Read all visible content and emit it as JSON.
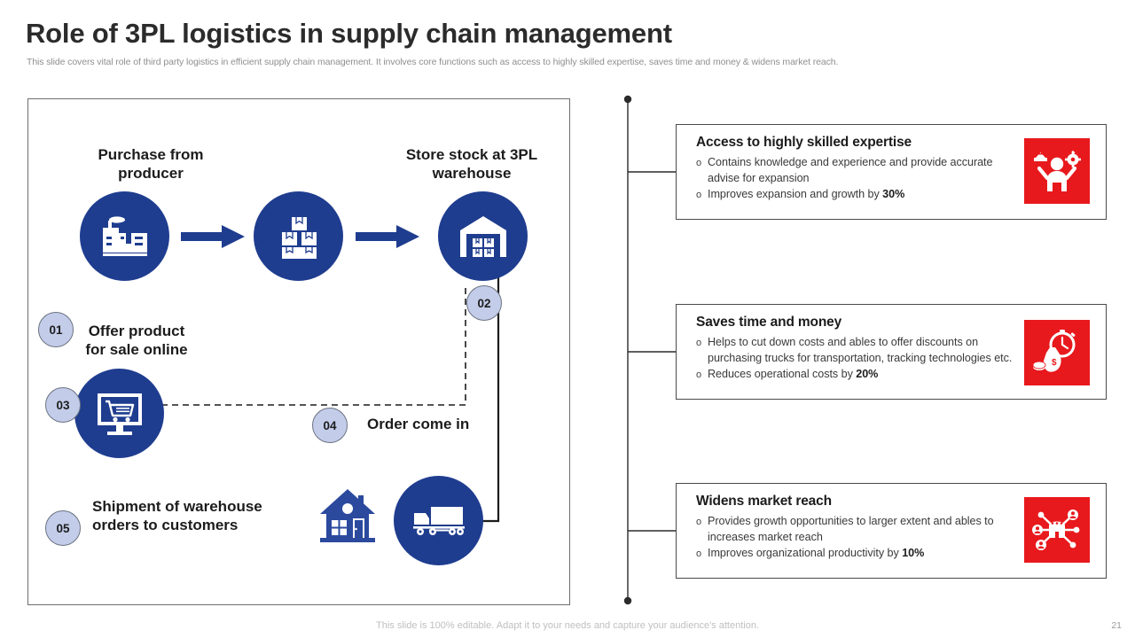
{
  "header": {
    "title": "Role of 3PL logistics in supply chain management",
    "subtitle": "This slide covers vital role of third party logistics in efficient supply chain management. It involves core functions such as access to highly skilled expertise, saves time and money & widens market reach."
  },
  "colors": {
    "primary_blue": "#1f3d8f",
    "badge_blue": "#c3cdea",
    "accent_red": "#e8191d",
    "title_gray": "#2b2b2b",
    "subtitle_gray": "#8f8f8f"
  },
  "process": {
    "steps": [
      {
        "number": "01",
        "label": "Purchase from\nproducer",
        "icon": "factory-icon"
      },
      {
        "number": "02",
        "label": "Store stock at 3PL\nwarehouse",
        "icon": "warehouse-icon"
      },
      {
        "number": "03",
        "label": "Offer product\nfor sale online",
        "icon": "online-shop-icon"
      },
      {
        "number": "04",
        "label": "Order come in",
        "icon": ""
      },
      {
        "number": "05",
        "label": "Shipment of warehouse\norders to customers",
        "icon": "truck-icon"
      }
    ],
    "boxes_icon": "stacked-boxes-icon",
    "house_icon": "house-icon"
  },
  "cards": [
    {
      "title": "Access to highly skilled expertise",
      "icon": "expertise-icon",
      "bullets": [
        {
          "marker": "o",
          "pre": "Contains knowledge and experience  and provide accurate advise for expansion",
          "bold": "",
          "post": ""
        },
        {
          "marker": "o",
          "pre": "Improves expansion and growth by ",
          "bold": "30%",
          "post": ""
        }
      ]
    },
    {
      "title": "Saves time and money",
      "icon": "savings-clock-icon",
      "bullets": [
        {
          "marker": "o",
          "pre": "Helps to cut down costs and ables to offer discounts on purchasing trucks for transportation, tracking technologies etc.",
          "bold": "",
          "post": ""
        },
        {
          "marker": "o",
          "pre": "Reduces operational  costs by ",
          "bold": "20%",
          "post": ""
        }
      ]
    },
    {
      "title": "Widens market reach",
      "icon": "network-reach-icon",
      "bullets": [
        {
          "marker": "o",
          "pre": "Provides growth opportunities to larger extent and ables to increases market reach",
          "bold": "",
          "post": ""
        },
        {
          "marker": "o",
          "pre": "Improves organizational  productivity by ",
          "bold": "10%",
          "post": ""
        }
      ]
    }
  ],
  "footer": {
    "note": "This slide is 100% editable. Adapt it to your needs and capture your audience's attention.",
    "page_number": "21"
  }
}
